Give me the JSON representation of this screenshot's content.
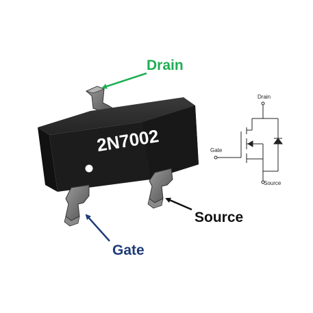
{
  "package": {
    "marking": "2N7002",
    "body_color": "#1c1c1c",
    "lead_color": "#6e6e6e"
  },
  "callouts": {
    "drain": {
      "text": "Drain",
      "color": "#1fae55"
    },
    "source": {
      "text": "Source",
      "color": "#111111"
    },
    "gate": {
      "text": "Gate",
      "color": "#1f3c78"
    }
  },
  "schematic": {
    "drain_label": "Drain",
    "gate_label": "Gate",
    "source_label": "Source"
  }
}
